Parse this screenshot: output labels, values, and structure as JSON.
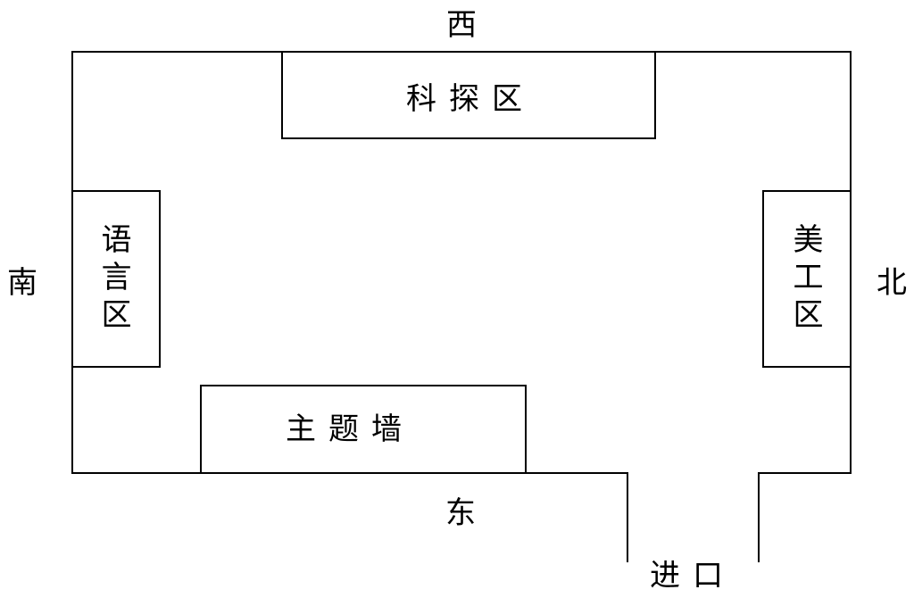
{
  "directions": {
    "west": "西",
    "south": "南",
    "north": "北",
    "east": "东"
  },
  "zones": {
    "science": "科探区",
    "language": "语言区",
    "art": "美工区",
    "theme_wall": "主题墙"
  },
  "entrance": "进口",
  "colors": {
    "line": "#000000",
    "background": "#ffffff"
  }
}
